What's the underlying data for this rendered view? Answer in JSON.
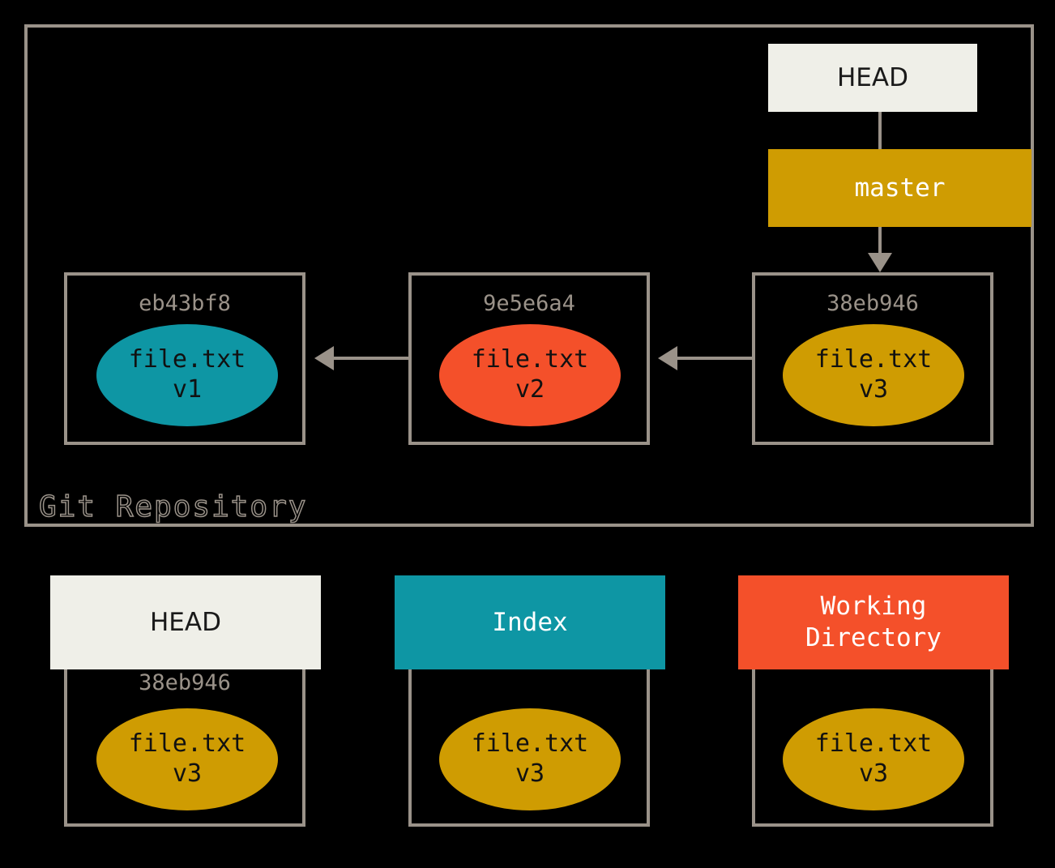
{
  "diagram": {
    "title": "Git Repository",
    "colors": {
      "border": "#9a9289",
      "background": "#000000",
      "head": "#efefe8",
      "branch": "#cf9c02",
      "index": "#0e96a4",
      "working_directory": "#f4502a",
      "blob_v1": "#0e96a4",
      "blob_v2": "#f4502a",
      "blob_v3": "#cf9c02"
    }
  },
  "repository": {
    "caption": "Git Repository",
    "head_pointer": {
      "label": "HEAD"
    },
    "branch_pointer": {
      "label": "master"
    },
    "commits": [
      {
        "hash": "eb43bf8",
        "blob_file": "file.txt",
        "blob_version": "v1",
        "blob_color": "#0e96a4"
      },
      {
        "hash": "9e5e6a4",
        "blob_file": "file.txt",
        "blob_version": "v2",
        "blob_color": "#f4502a"
      },
      {
        "hash": "38eb946",
        "blob_file": "file.txt",
        "blob_version": "v3",
        "blob_color": "#cf9c02"
      }
    ]
  },
  "areas": [
    {
      "header_line1": "HEAD",
      "header_line2": "",
      "hash": "38eb946",
      "blob_file": "file.txt",
      "blob_version": "v3"
    },
    {
      "header_line1": "Index",
      "header_line2": "",
      "hash": "",
      "blob_file": "file.txt",
      "blob_version": "v3"
    },
    {
      "header_line1": "Working",
      "header_line2": "Directory",
      "hash": "",
      "blob_file": "file.txt",
      "blob_version": "v3"
    }
  ]
}
